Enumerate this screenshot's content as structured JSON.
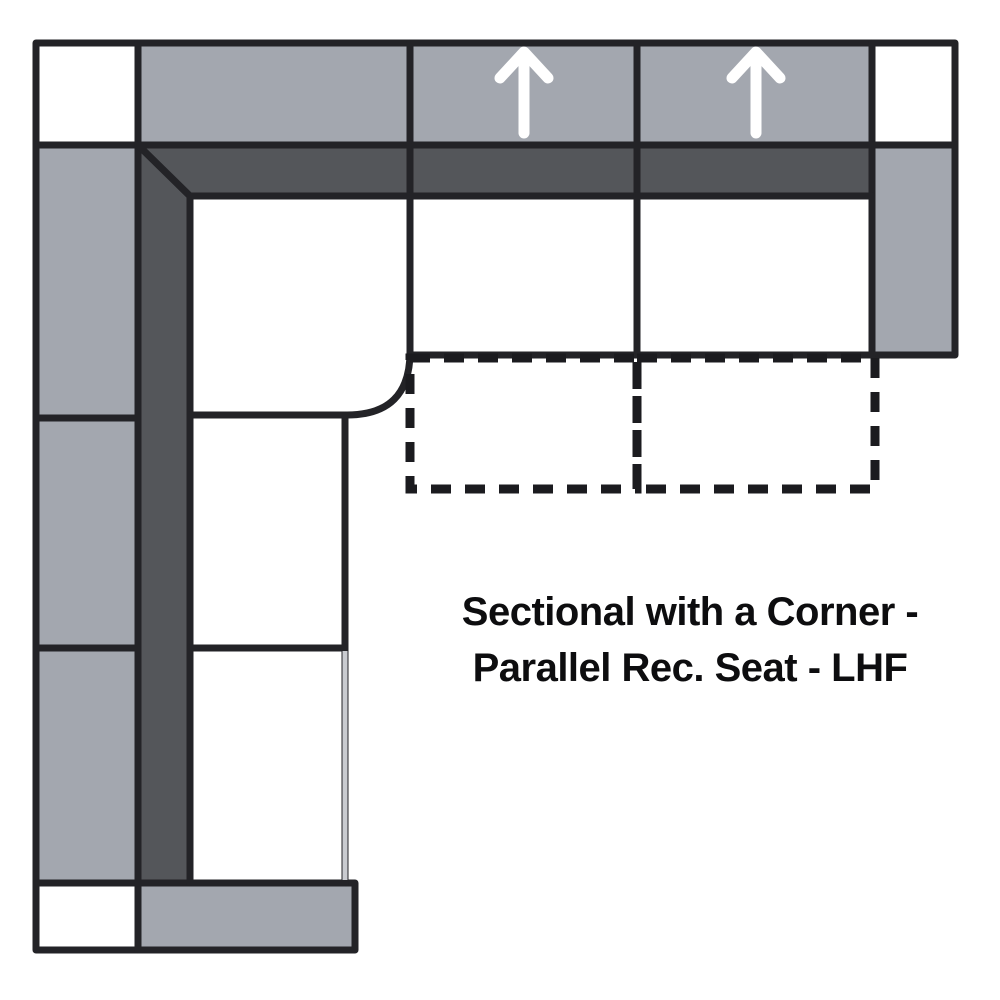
{
  "title": {
    "line1": "Sectional with a Corner -",
    "line2": "Parallel Rec. Seat - LHF",
    "full": "Sectional with a Corner - Parallel Rec. Seat - LHF"
  },
  "colors": {
    "outline": "#232327",
    "light_gray": "#a3a7af",
    "dark_gray": "#54565a",
    "seat_white": "#ffffff",
    "background": "#ffffff",
    "arrow": "#ffffff",
    "dashed_outline": "#1b1b1f",
    "text": "#0d0d0f"
  },
  "diagram": {
    "kind": "sectional-sofa-floor-plan",
    "orientation": "LHF",
    "pieces": [
      {
        "name": "left-arm-top-cap",
        "type": "arm-cap",
        "fill": "seat_white"
      },
      {
        "name": "back-rail-top-left",
        "type": "back-rail",
        "fill": "light_gray"
      },
      {
        "name": "recliner-seat-back-1",
        "type": "back-rail",
        "fill": "light_gray",
        "arrow": "up-arrow"
      },
      {
        "name": "recliner-seat-back-2",
        "type": "back-rail",
        "fill": "light_gray",
        "arrow": "up-arrow"
      },
      {
        "name": "right-arm-top-cap",
        "type": "arm-cap",
        "fill": "seat_white"
      },
      {
        "name": "left-arm-panel-upper",
        "type": "arm-panel",
        "fill": "light_gray"
      },
      {
        "name": "left-arm-panel-middle",
        "type": "arm-panel",
        "fill": "light_gray"
      },
      {
        "name": "left-arm-panel-lower",
        "type": "arm-panel",
        "fill": "light_gray"
      },
      {
        "name": "left-arm-bottom-cap",
        "type": "arm-cap",
        "fill": "seat_white"
      },
      {
        "name": "bottom-arm-panel",
        "type": "arm-panel",
        "fill": "light_gray"
      },
      {
        "name": "right-arm-panel",
        "type": "arm-panel",
        "fill": "light_gray"
      },
      {
        "name": "inner-back-band",
        "type": "inner-back",
        "fill": "dark_gray"
      },
      {
        "name": "corner-wedge-seat",
        "type": "corner-seat",
        "fill": "seat_white"
      },
      {
        "name": "recliner-seat-1",
        "type": "recliner-seat",
        "fill": "seat_white"
      },
      {
        "name": "recliner-seat-2",
        "type": "recliner-seat",
        "fill": "seat_white"
      },
      {
        "name": "left-seat-upper",
        "type": "seat",
        "fill": "seat_white"
      },
      {
        "name": "left-seat-lower",
        "type": "seat",
        "fill": "seat_white"
      },
      {
        "name": "footrest-extension-1",
        "type": "footrest",
        "style": "dashed"
      },
      {
        "name": "footrest-extension-2",
        "type": "footrest",
        "style": "dashed"
      }
    ],
    "recline_arrow_count": 2,
    "footrest_count": 2
  }
}
